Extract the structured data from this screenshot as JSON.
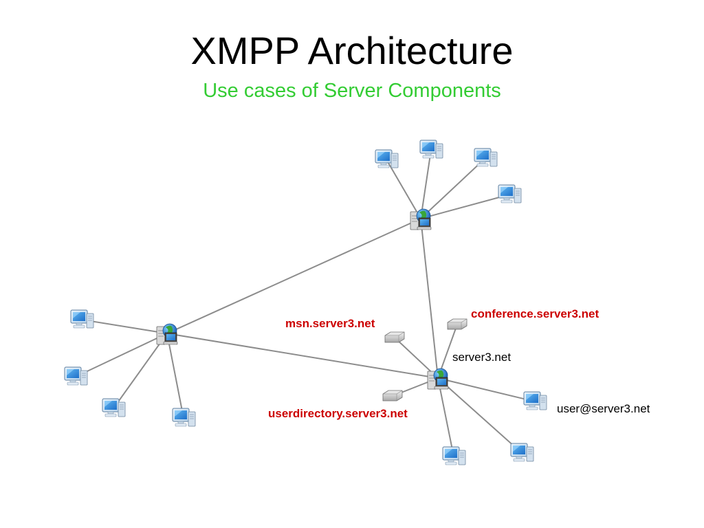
{
  "slide": {
    "title": "XMPP Architecture",
    "subtitle": "Use cases of Server Components"
  },
  "colors": {
    "subtitle": "#33cc33",
    "component_label": "#cc0000",
    "link": "#8c8c8c"
  },
  "labels": {
    "conference": "conference.server3.net",
    "msn": "msn.server3.net",
    "server": "server3.net",
    "userdirectory": "userdirectory.server3.net",
    "user": "user@server3.net"
  },
  "icons": {
    "server": "server-globe-icon",
    "client": "computer-icon",
    "component": "component-device-icon"
  }
}
